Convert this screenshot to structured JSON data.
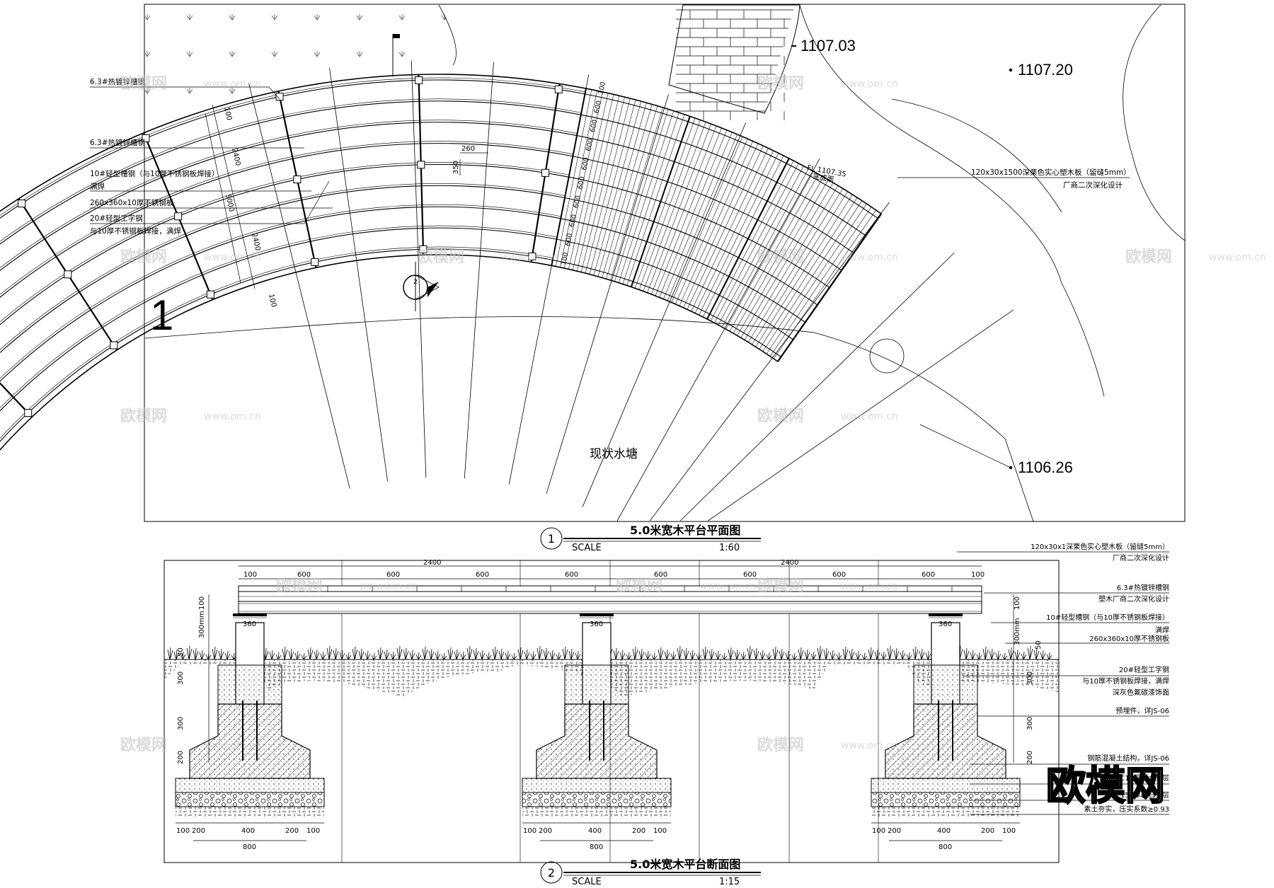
{
  "plan": {
    "labels_left": [
      "6.3#热镀锌槽钢",
      "6.3#热镀锌槽钢",
      "10#轻型槽钢（与10厚不锈钢板焊接）",
      "满焊",
      "260x360x10厚不锈钢板",
      "20#轻型工字钢",
      "与10厚不锈钢板焊接，满焊"
    ],
    "elevations": [
      "1107.03",
      "1107.20",
      "1106.26"
    ],
    "fl_label": "FL 1107.35",
    "fl_sub": "完成面",
    "right_note_1": "120x30x1500深栗色实心塑木板（留缝5mm）",
    "right_note_2": "厂商二次深化设计",
    "pond": "现状水塘",
    "section_mark": "1",
    "callout_num": "2",
    "dims_left": [
      "100",
      "2400",
      "5000",
      "2400",
      "100"
    ],
    "dims_post": [
      "260",
      "350"
    ],
    "dims_joist": [
      "100",
      "600",
      "600",
      "600",
      "600",
      "600",
      "600",
      "600",
      "600",
      "100"
    ]
  },
  "plan_title": {
    "num": "1",
    "title": "5.0米宽木平台平面图",
    "scale_label": "SCALE",
    "scale_value": "1:60"
  },
  "section": {
    "top_dims": [
      "2400",
      "2400"
    ],
    "bay_dims": [
      "100",
      "600",
      "600",
      "600",
      "600",
      "600",
      "600",
      "600",
      "600",
      "100"
    ],
    "post_width": "360",
    "left_vert_dims": [
      "100",
      "300mm",
      "50",
      "300",
      "300",
      "200"
    ],
    "right_vert_dims": [
      "100",
      "300mm",
      "50",
      "300",
      "300",
      "200"
    ],
    "foot_dims": [
      "100",
      "200",
      "400",
      "200",
      "100"
    ],
    "foot_total": "800",
    "right_notes": [
      "120x30x1深栗色实心塑木板（留缝5mm）",
      "厂商二次深化设计",
      "6.3#热镀锌槽钢",
      "塑木厂商二次深化设计",
      "10#轻型槽钢（与10厚不锈钢板焊接）",
      "满焊",
      "260x360x10厚不锈钢板",
      "20#轻型工字钢",
      "与10厚不锈钢板焊接，满焊",
      "深灰色氟碳漆饰面",
      "预埋件，详JS-06",
      "钢筋混凝土结构，详JS-06",
      "100厚C15混凝土垫层",
      "150厚碎石垫层",
      "素土夯实，压实系数≥0.93"
    ]
  },
  "section_title": {
    "num": "2",
    "title": "5.0米宽木平台断面图",
    "scale_label": "SCALE",
    "scale_value": "1:15"
  },
  "watermark": {
    "logo": "欧模网",
    "site": "www.om.cn"
  }
}
